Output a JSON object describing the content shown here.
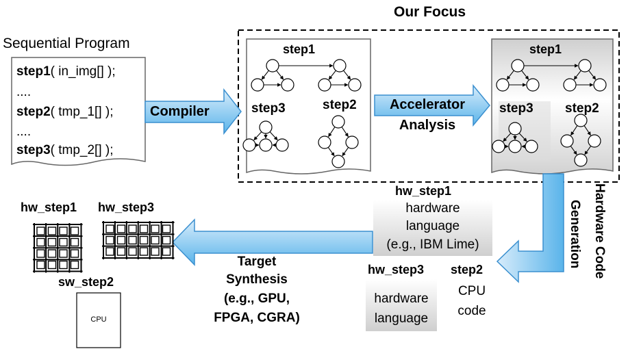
{
  "diagram": {
    "focus_title": "Our Focus",
    "sequential_program": {
      "title": "Sequential Program",
      "lines": [
        {
          "bold": "step1",
          "rest": "( in_img[] );"
        },
        {
          "bold": "",
          "rest": "...."
        },
        {
          "bold": "step2",
          "rest": "( tmp_1[] );"
        },
        {
          "bold": "",
          "rest": "...."
        },
        {
          "bold": "step3",
          "rest": "( tmp_2[] );"
        }
      ]
    },
    "compiler_label": "Compiler",
    "graph_panel_1": {
      "step1": "step1",
      "step2": "step2",
      "step3": "step3"
    },
    "accelerator": {
      "line1": "Accelerator",
      "line2": "Analysis"
    },
    "graph_panel_2": {
      "step1": "step1",
      "step2": "step2",
      "step3": "step3"
    },
    "hw_codegen": {
      "line1": "Hardware Code",
      "line2": "Generation"
    },
    "hw_step1_box": {
      "title": "hw_step1",
      "line1": "hardware",
      "line2": "language",
      "line3": "(e.g., IBM Lime)"
    },
    "hw_step3_box": {
      "title": "hw_step3",
      "line1": "hardware",
      "line2": "language"
    },
    "step2_box": {
      "title": "step2",
      "line1": "CPU",
      "line2": "code"
    },
    "target_synthesis": {
      "line1": "Target",
      "line2": "Synthesis",
      "line3": "(e.g., GPU,",
      "line4": "FPGA, CGRA)"
    },
    "hw_step1_label": "hw_step1",
    "hw_step3_label": "hw_step3",
    "sw_step2_label": "sw_step2",
    "cpu_chip_label": "CPU"
  },
  "colors": {
    "arrow_fill_top": "#d7ecfb",
    "arrow_fill_bottom": "#5ab4ea",
    "arrow_stroke": "#3a8fcf",
    "focus_border": "#000000"
  }
}
